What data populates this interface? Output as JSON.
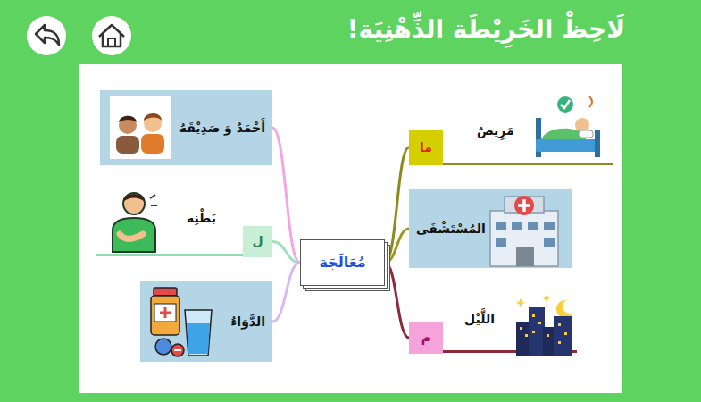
{
  "diagram": {
    "title": "لَاحِظْ الخَرِيْطَة الذِّهْنِيَة!",
    "nodes": [
      {
        "text": [
          "مُعَالَجَة"
        ]
      },
      {
        "text": [
          "أَحْمَدُ وَ صَدِيْقَهُ"
        ]
      },
      {
        "text": [
          "ل"
        ]
      },
      {
        "text": [
          "بَطْنِه"
        ]
      },
      {
        "text": [
          "الدَّوَاءُ"
        ]
      },
      {
        "text": [
          "ما"
        ]
      },
      {
        "text": [
          "مَرِيضٌ"
        ]
      },
      {
        "text": [
          "المُسْتَشْفَى"
        ]
      },
      {
        "text": [
          "م"
        ]
      },
      {
        "text": [
          "اللَّيْل"
        ]
      }
    ],
    "edges": [
      {
        "from": 0,
        "to": 1,
        "arrow": "none"
      },
      {
        "from": 0,
        "to": 2,
        "arrow": "none"
      },
      {
        "from": 2,
        "to": 3,
        "arrow": "none"
      },
      {
        "from": 0,
        "to": 4,
        "arrow": "none"
      },
      {
        "from": 0,
        "to": 5,
        "arrow": "none"
      },
      {
        "from": 5,
        "to": 6,
        "arrow": "none"
      },
      {
        "from": 0,
        "to": 7,
        "arrow": "none"
      },
      {
        "from": 0,
        "to": 8,
        "arrow": "none"
      },
      {
        "from": 8,
        "to": 9,
        "arrow": "none"
      }
    ]
  }
}
